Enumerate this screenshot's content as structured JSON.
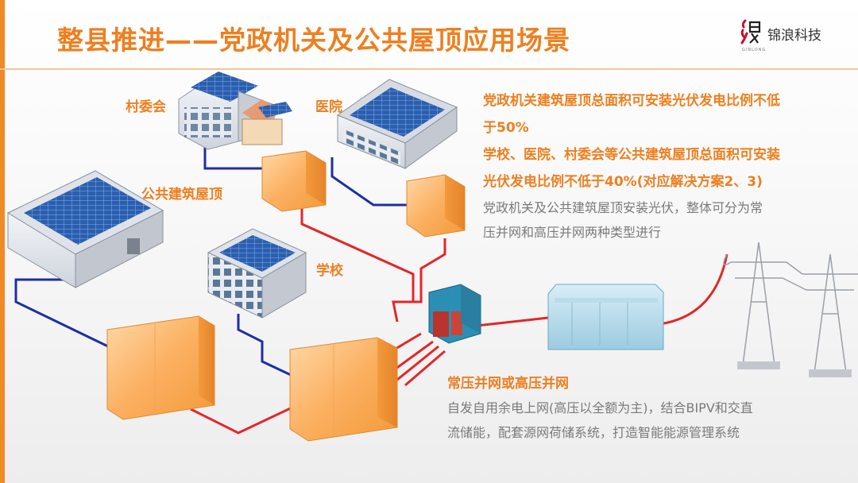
{
  "title": "整县推进——党政机关及公共屋顶应用场景",
  "logo": {
    "name": "锦浪科技",
    "sub": "GINLONG",
    "mark": "浪",
    "icon": "ginlong-logo-icon"
  },
  "labels": {
    "village": "村委会",
    "hospital": "医院",
    "public_roof": "公共建筑屋顶",
    "school": "学校"
  },
  "info": {
    "line1": "党政机关建筑屋顶总面积可安装光伏发电比例不低",
    "line2": "于50%",
    "line3": "学校、医院、村委会等公共建筑屋顶总面积可安装",
    "line4": "光伏发电比例不低于40%(对应解决方案2、3)",
    "gray1": "党政机关及公共建筑屋顶安装光伏，整体可分为常",
    "gray2": "压并网和高压并网两种类型进行"
  },
  "bottom": {
    "title": "常压并网或高压并网",
    "line1": "自发自用余电上网(高压以全额为主)，结合BIPV和交直",
    "line2": "流储能，配套源网荷储系统，打造智能能源管理系统"
  },
  "colors": {
    "accent": "#ee7f1f",
    "ac_line": "#e3262b",
    "dc_line": "#1f2ea6",
    "text_gray": "#7a7a7a"
  }
}
